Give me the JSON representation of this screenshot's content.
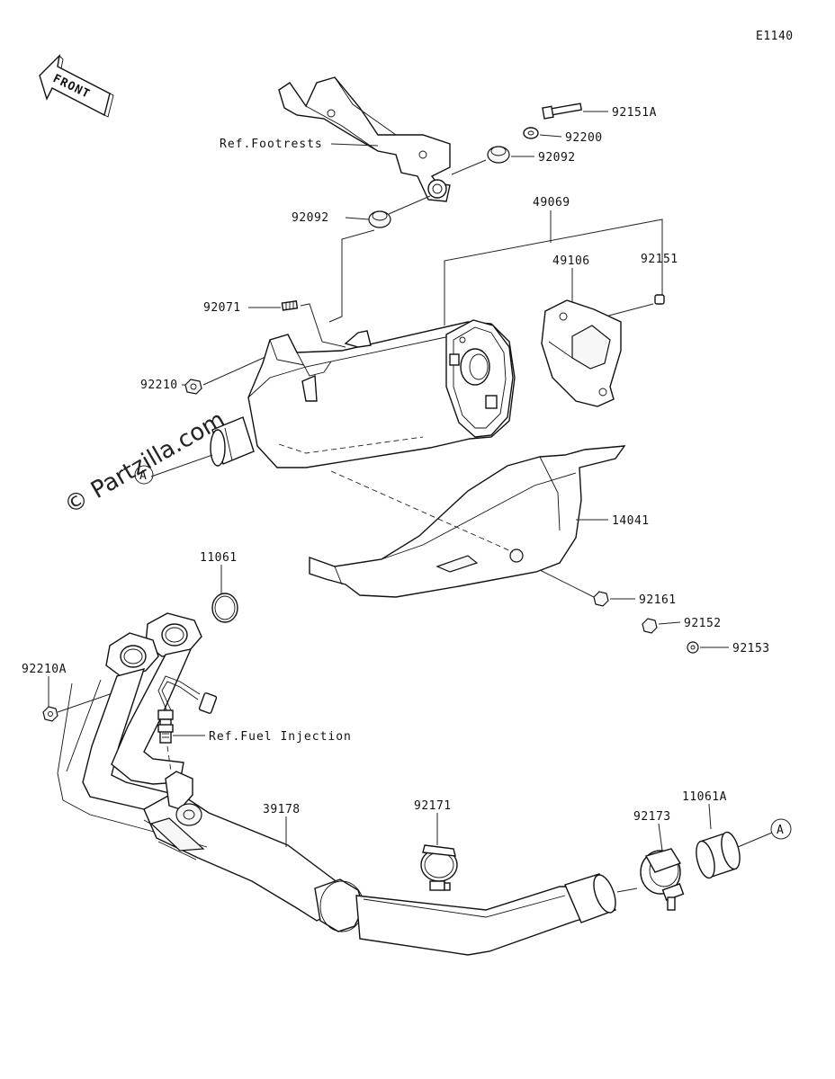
{
  "diagram_code": "E1140",
  "front_label": "FRONT",
  "watermark": "© Partzilla.com",
  "refs": {
    "footrests": "Ref.Footrests",
    "fuel_injection": "Ref.Fuel Injection"
  },
  "callout_marker": "A",
  "parts": {
    "p92151A": "92151A",
    "p92200": "92200",
    "p92092a": "92092",
    "p92092b": "92092",
    "p49069": "49069",
    "p49106": "49106",
    "p92151": "92151",
    "p92071": "92071",
    "p92210": "92210",
    "p14041": "14041",
    "p92161": "92161",
    "p92152": "92152",
    "p92153": "92153",
    "p11061": "11061",
    "p92210A": "92210A",
    "p39178": "39178",
    "p92171": "92171",
    "p92173": "92173",
    "p11061A": "11061A"
  }
}
